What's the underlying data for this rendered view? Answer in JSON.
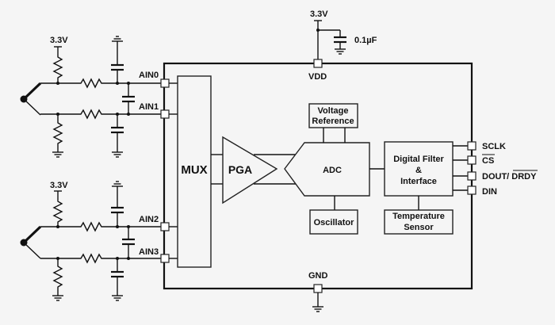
{
  "title": "ADC with dual thermocouple inputs block diagram",
  "supply": {
    "vdd_voltage": "3.3V",
    "decoupling_cap": "0.1µF",
    "vdd_pin": "VDD",
    "gnd_pin": "GND"
  },
  "inputs": [
    {
      "pin": "AIN0",
      "bias_voltage": "3.3V"
    },
    {
      "pin": "AIN1"
    },
    {
      "pin": "AIN2",
      "bias_voltage": "3.3V"
    },
    {
      "pin": "AIN3"
    }
  ],
  "blocks": {
    "mux": "MUX",
    "pga": "PGA",
    "adc": "ADC",
    "vref_line1": "Voltage",
    "vref_line2": "Reference",
    "oscillator": "Oscillator",
    "filter_line1": "Digital Filter",
    "filter_line2": "&",
    "filter_line3": "Interface",
    "temp_line1": "Temperature",
    "temp_line2": "Sensor"
  },
  "digital_pins": [
    {
      "label": "SCLK"
    },
    {
      "label": "CS",
      "overbar": true
    },
    {
      "label_prefix": "DOUT/ ",
      "label": "DRDY",
      "overbar": true
    },
    {
      "label": "DIN"
    }
  ]
}
